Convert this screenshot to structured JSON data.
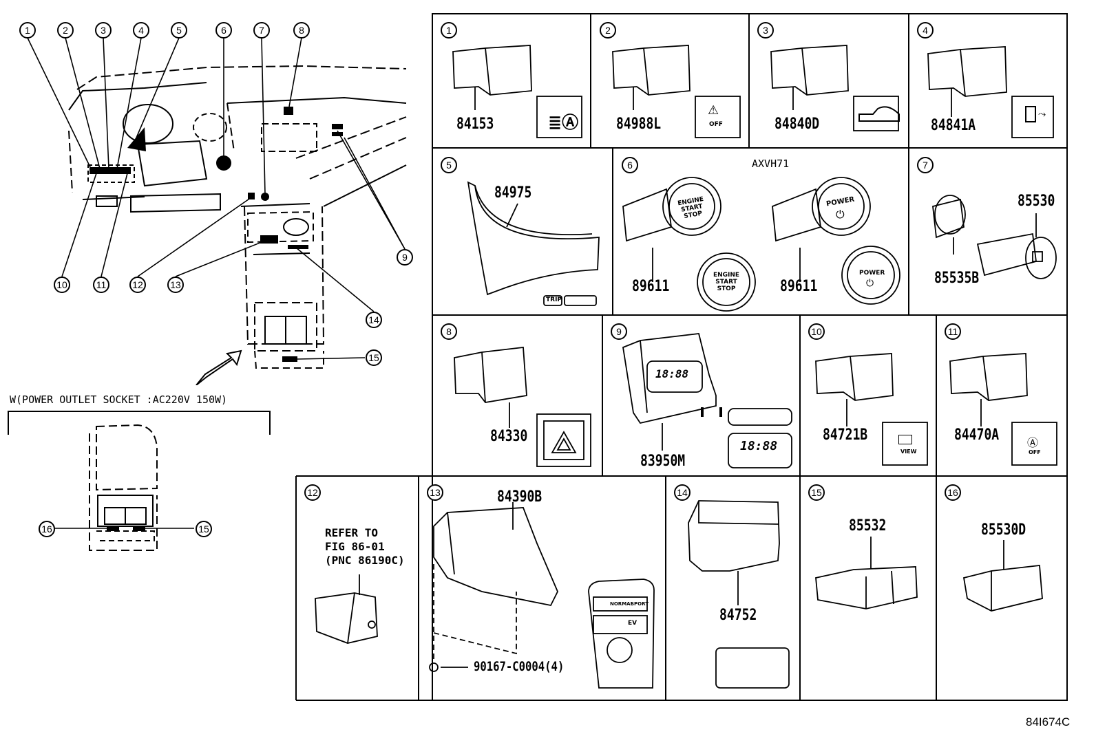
{
  "overview": {
    "callouts": [
      "1",
      "2",
      "3",
      "4",
      "5",
      "6",
      "7",
      "8",
      "9",
      "10",
      "11",
      "12",
      "13",
      "14",
      "15",
      "16"
    ]
  },
  "inset": {
    "title": "W(POWER OUTLET SOCKET :AC220V 150W)",
    "callouts": [
      "16",
      "15"
    ]
  },
  "cells": [
    {
      "callout": "1",
      "part": "84153",
      "icon": "headlamp-leveling-icon"
    },
    {
      "callout": "2",
      "part": "84988L",
      "icon": "vsc-off-icon",
      "icon_text": "OFF"
    },
    {
      "callout": "3",
      "part": "84840D",
      "icon": "trunk-open-icon"
    },
    {
      "callout": "4",
      "part": "84841A",
      "icon": "fuel-door-icon"
    },
    {
      "callout": "5",
      "part": "84975",
      "icon_text": "TRIP"
    },
    {
      "callout": "6",
      "model": "AXVH71",
      "parts": [
        "89611",
        "89611"
      ],
      "button_texts": [
        "ENGINE",
        "START",
        "STOP",
        "POWER"
      ]
    },
    {
      "callout": "7",
      "parts": [
        "85530",
        "85535B"
      ]
    },
    {
      "callout": "8",
      "part": "84330",
      "icon": "hazard-icon"
    },
    {
      "callout": "9",
      "part": "83950M",
      "display": "18:88"
    },
    {
      "callout": "10",
      "part": "84721B",
      "icon": "view-icon",
      "icon_text": "VIEW"
    },
    {
      "callout": "11",
      "part": "84470A",
      "icon": "auto-off-icon",
      "icon_text": "OFF"
    },
    {
      "callout": "12",
      "refer": [
        "REFER TO",
        "FIG 86-01",
        "(PNC 86190C)"
      ]
    },
    {
      "callout": "13",
      "part": "84390B",
      "screw": "90167-C0004(4)",
      "icon_texts": [
        "NORMAL",
        "SPORT",
        "EV"
      ]
    },
    {
      "callout": "14",
      "part": "84752"
    },
    {
      "callout": "15",
      "part": "85532"
    },
    {
      "callout": "16",
      "part": "85530D"
    }
  ],
  "footer": {
    "code": "84I674C"
  }
}
